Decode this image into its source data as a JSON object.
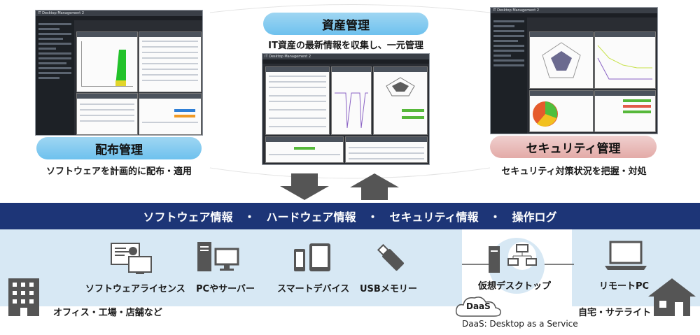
{
  "features": {
    "distribution": {
      "title": "配布管理",
      "description": "ソフトウェアを計画的に配布・適用"
    },
    "asset": {
      "title": "資産管理",
      "description": "IT資産の最新情報を収集し、一元管理"
    },
    "security": {
      "title": "セキュリティ管理",
      "description": "セキュリティ対策状況を把握・対処"
    }
  },
  "screenshot_title": "IT Desktop Management 2",
  "info_band": "ソフトウェア情報　・　ハードウェア情報　・　セキュリティ情報　・　操作ログ",
  "managed_items": [
    {
      "label": "ソフトウェアライセンス",
      "icon": "license-certificate-icon"
    },
    {
      "label": "PCやサーバー",
      "icon": "pc-server-icon"
    },
    {
      "label": "スマートデバイス",
      "icon": "smart-device-icon"
    },
    {
      "label": "USBメモリー",
      "icon": "usb-memory-icon"
    },
    {
      "label": "仮想デスクトップ",
      "icon": "virtual-desktop-icon"
    },
    {
      "label": "リモートPC",
      "icon": "laptop-icon"
    }
  ],
  "locations": {
    "office": "オフィス・工場・店舗など",
    "home": "自宅・サテライト"
  },
  "daas": {
    "cloud_label": "DaaS",
    "caption": "DaaS: Desktop as a Service"
  },
  "colors": {
    "band": "#1d3577",
    "panel": "#d7e8f4",
    "blue_pill": "#6ec1ee",
    "pink_pill": "#e3aaa7",
    "arrow": "#555555"
  }
}
